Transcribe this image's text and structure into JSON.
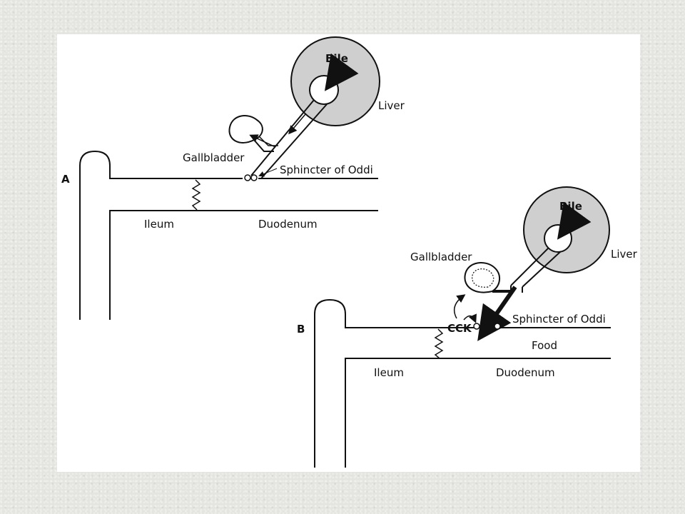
{
  "diagram": {
    "panel_a": {
      "letter": "A",
      "bile": "Bile",
      "liver": "Liver",
      "gallbladder": "Gallbladder",
      "sphincter": "Sphincter of Oddi",
      "ileum": "Ileum",
      "duodenum": "Duodenum"
    },
    "panel_b": {
      "letter": "B",
      "bile": "Bile",
      "liver": "Liver",
      "gallbladder": "Gallbladder",
      "cck": "CCK",
      "sphincter": "Sphincter of Oddi",
      "food": "Food",
      "ileum": "Ileum",
      "duodenum": "Duodenum"
    }
  },
  "colors": {
    "liver_fill": "#cfcfcf",
    "stroke": "#111111",
    "page_bg": "#ffffff"
  }
}
